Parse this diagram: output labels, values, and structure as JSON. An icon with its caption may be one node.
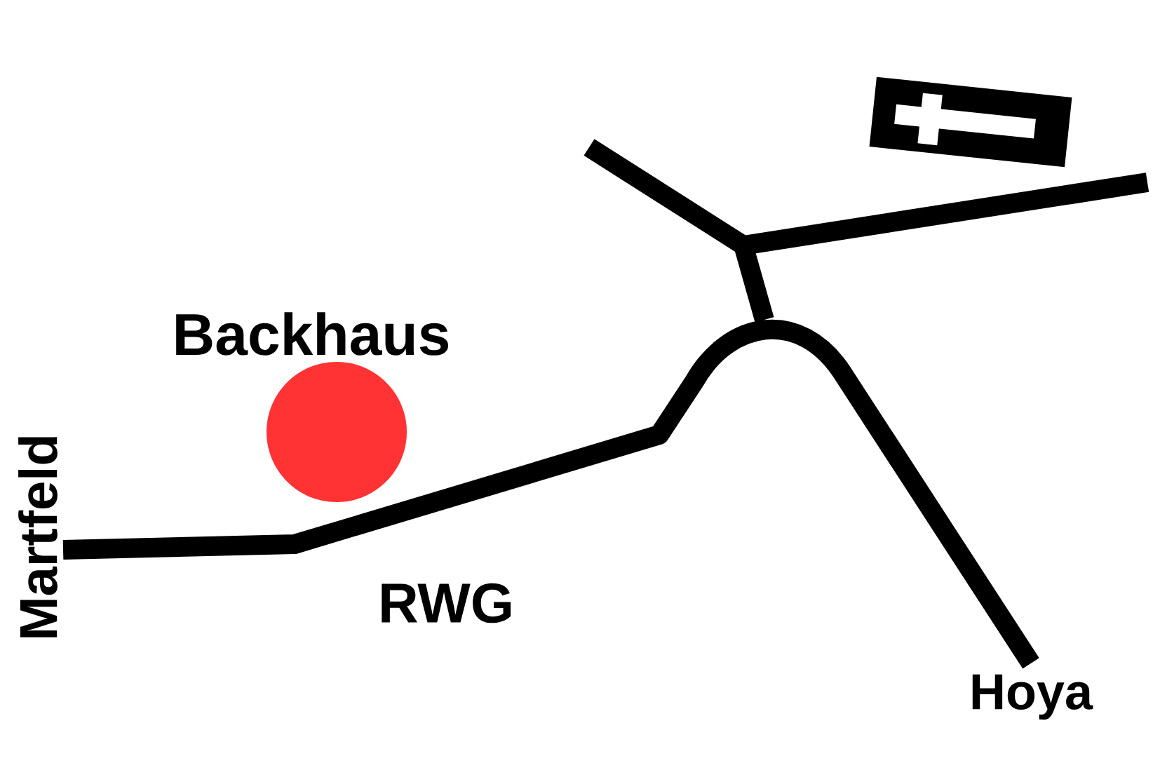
{
  "diagram": {
    "nodes": [
      {
        "text": [
          "Backhaus"
        ]
      }
    ],
    "labels": [
      "Martfeld",
      "RWG",
      "Hoya"
    ]
  }
}
